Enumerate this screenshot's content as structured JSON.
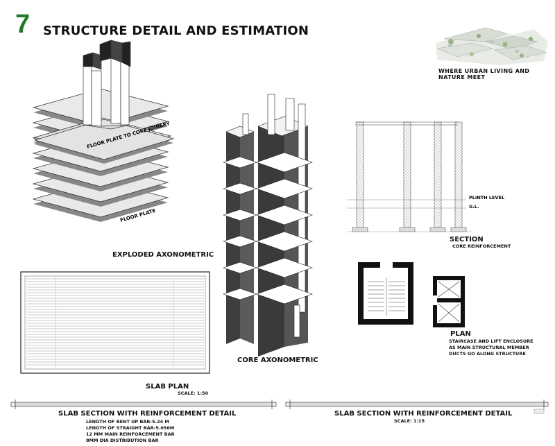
{
  "header": {
    "sheet_number": "7",
    "title": "STRUCTURE DETAIL AND ESTIMATION",
    "tagline": "WHERE URBAN LIVING AND NATURE MEET"
  },
  "exploded": {
    "title": "EXPLODED AXONOMETRIC",
    "joinery_label": "FLOOR PLATE TO CORE JOINERY",
    "plate_label": "FLOOR PLATE"
  },
  "core": {
    "title": "CORE AXONOMETRIC"
  },
  "section": {
    "title": "SECTION",
    "subtitle": "CORE REINFORCEMENT",
    "plinth_label": "PLINTH LEVEL",
    "gl_label": "G.L."
  },
  "plan": {
    "title": "PLAN",
    "notes": [
      "STAIRCASE AND LIFT ENCLOSURE",
      "AS MAIN STRUCTURAL MEMBER",
      "DUCTS GO ALONG STRUCTURE"
    ]
  },
  "slab_plan": {
    "title": "SLAB PLAN",
    "scale": "SCALE: 1:50"
  },
  "slab_section_1": {
    "title": "SLAB SECTION WITH REINFORCEMENT DETAIL",
    "notes": [
      "LENGTH OF BENT UP BAR-5.24 M",
      "LENGTH OF STRAIGHT BAR-5.056M",
      "12 MM MAIN REINFORCEMENT BAR",
      "8MM DIA DISTRIBUTION BAR"
    ]
  },
  "slab_section_2": {
    "title": "SLAB SECTION WITH REINFORCEMENT DETAIL",
    "scale": "SCALE: 1:15"
  }
}
